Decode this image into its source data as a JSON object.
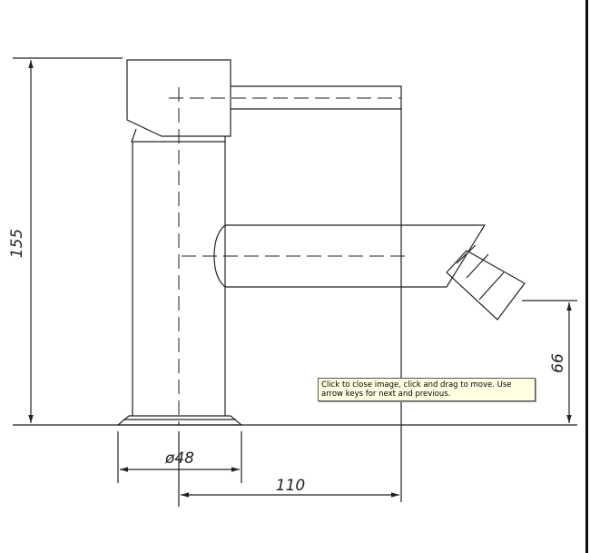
{
  "drawing": {
    "dimensions": {
      "height_total": "155",
      "spout_height": "66",
      "base_diameter": "ø48",
      "spout_reach": "110"
    }
  },
  "tooltip": {
    "text": "Click to close image, click and drag to move. Use arrow keys for next and previous."
  }
}
